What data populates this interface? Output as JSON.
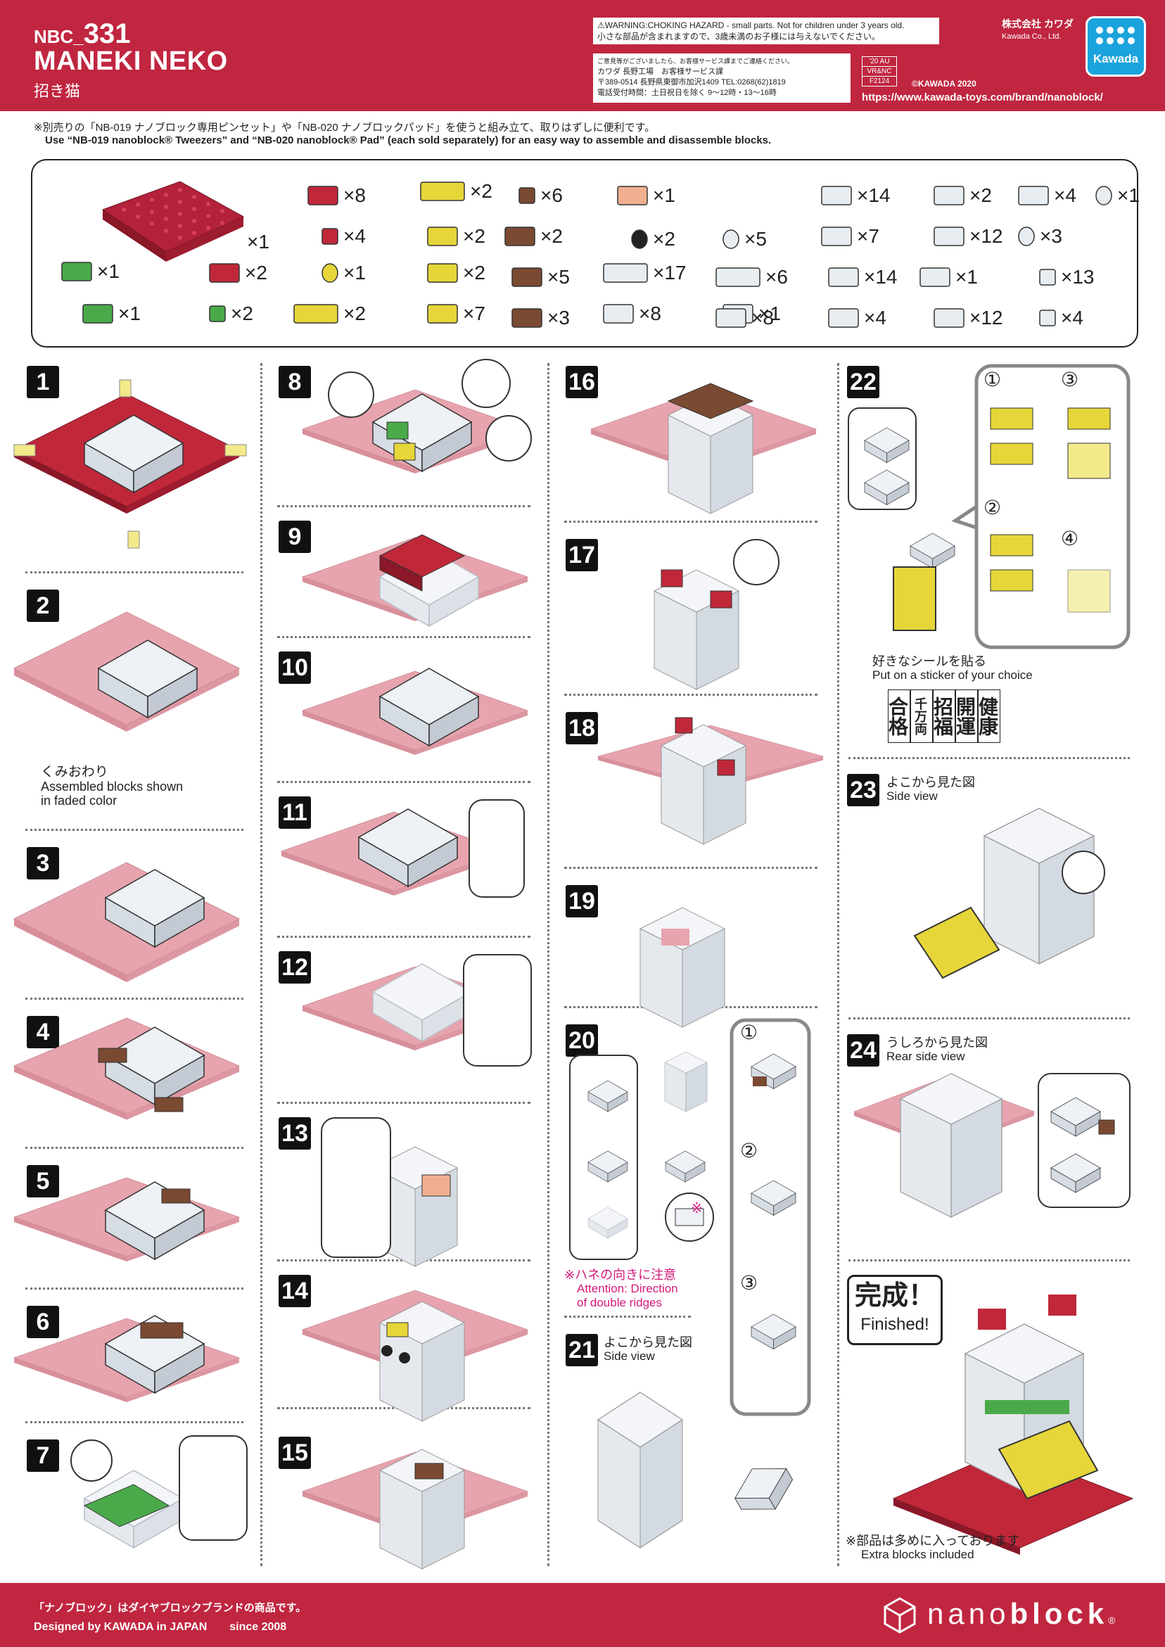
{
  "header": {
    "code_prefix": "NBC_",
    "code_num": "331",
    "name": "MANEKI NEKO",
    "name_jp": "招き猫",
    "warning_en": "⚠WARNING:CHOKING HAZARD - small parts. Not for children under 3 years old.",
    "warning_jp": "小さな部品が含まれますので、3歳未満のお子様には与えないでください。",
    "contact_1": "ご意見等がございましたら、お客様サービス課までご連絡ください。",
    "contact_2": "カワダ 長野工場　お客様サービス課",
    "contact_3": "〒389-0514 長野県東御市加沢1409 TEL:0268(62)1819",
    "contact_4": "電話受付時間：土日祝日を除く 9〜12時・13〜16時",
    "codes": [
      "'20 AU",
      "VR&NC",
      "F2124"
    ],
    "copyright": "©KAWADA 2020",
    "company_jp": "株式会社 カワダ",
    "company_en": "Kawada Co., Ltd.",
    "logo_text": "Kawada",
    "url": "https://www.kawada-toys.com/brand/nanoblock/"
  },
  "notes": {
    "jp": "※別売りの「NB-019 ナノブロック専用ピンセット」や「NB-020 ナノブロックパッド」を使うと組み立て、取りはずしに便利です。",
    "en": "Use “NB-019 nanoblock® Tweezers” and “NB-020 nanoblock® Pad” (each sold separately) for an easy way to assemble and disassemble blocks."
  },
  "parts": [
    {
      "qty": "×1",
      "color": "#c0283a",
      "kind": "plate"
    },
    {
      "qty": "×8",
      "color": "#c0283a",
      "kind": "brick"
    },
    {
      "qty": "×4",
      "color": "#c0283a",
      "kind": "small"
    },
    {
      "qty": "×2",
      "color": "#c0283a",
      "kind": "slope"
    },
    {
      "qty": "×1",
      "color": "#4aaa4a",
      "kind": "brick"
    },
    {
      "qty": "×1",
      "color": "#4aaa4a",
      "kind": "brick"
    },
    {
      "qty": "×2",
      "color": "#4aaa4a",
      "kind": "small"
    },
    {
      "qty": "×2",
      "color": "#e6d63a",
      "kind": "long"
    },
    {
      "qty": "×2",
      "color": "#e6d63a",
      "kind": "slope"
    },
    {
      "qty": "×1",
      "color": "#e6d63a",
      "kind": "round"
    },
    {
      "qty": "×2",
      "color": "#e6d63a",
      "kind": "slope"
    },
    {
      "qty": "×2",
      "color": "#e6d63a",
      "kind": "long"
    },
    {
      "qty": "×7",
      "color": "#e6d63a",
      "kind": "slope"
    },
    {
      "qty": "×6",
      "color": "#7a4a32",
      "kind": "small"
    },
    {
      "qty": "×2",
      "color": "#7a4a32",
      "kind": "slope"
    },
    {
      "qty": "×5",
      "color": "#7a4a32",
      "kind": "brick"
    },
    {
      "qty": "×3",
      "color": "#7a4a32",
      "kind": "brick"
    },
    {
      "qty": "×1",
      "color": "#f0b090",
      "kind": "brick"
    },
    {
      "qty": "×2",
      "color": "#222222",
      "kind": "round"
    },
    {
      "qty": "×17",
      "color": "#e8edf2",
      "kind": "long"
    },
    {
      "qty": "×8",
      "color": "#e8edf2",
      "kind": "brick"
    },
    {
      "qty": "×1",
      "color": "#e8edf2",
      "kind": "brick"
    },
    {
      "qty": "×5",
      "color": "#e8edf2",
      "kind": "round"
    },
    {
      "qty": "×6",
      "color": "#e8edf2",
      "kind": "long"
    },
    {
      "qty": "×8",
      "color": "#e8edf2",
      "kind": "brick"
    },
    {
      "qty": "×14",
      "color": "#e8edf2",
      "kind": "brick"
    },
    {
      "qty": "×7",
      "color": "#e8edf2",
      "kind": "brick"
    },
    {
      "qty": "×14",
      "color": "#e8edf2",
      "kind": "slope"
    },
    {
      "qty": "×4",
      "color": "#e8edf2",
      "kind": "slope"
    },
    {
      "qty": "×2",
      "color": "#e8edf2",
      "kind": "slope"
    },
    {
      "qty": "×12",
      "color": "#e8edf2",
      "kind": "brick"
    },
    {
      "qty": "×1",
      "color": "#e8edf2",
      "kind": "slope"
    },
    {
      "qty": "×12",
      "color": "#e8edf2",
      "kind": "brick"
    },
    {
      "qty": "×4",
      "color": "#e8edf2",
      "kind": "brick"
    },
    {
      "qty": "×3",
      "color": "#e8edf2",
      "kind": "round"
    },
    {
      "qty": "×13",
      "color": "#e8edf2",
      "kind": "small"
    },
    {
      "qty": "×4",
      "color": "#e8edf2",
      "kind": "small"
    },
    {
      "qty": "×1",
      "color": "#e8edf2",
      "kind": "round"
    }
  ],
  "steps": {
    "s1": "1",
    "s2": "2",
    "s3": "3",
    "s4": "4",
    "s5": "5",
    "s6": "6",
    "s7": "7",
    "s8": "8",
    "s9": "9",
    "s10": "10",
    "s11": "11",
    "s12": "12",
    "s13": "13",
    "s14": "14",
    "s15": "15",
    "s16": "16",
    "s17": "17",
    "s18": "18",
    "s19": "19",
    "s20": "20",
    "s21": "21",
    "s22": "22",
    "s23": "23",
    "s24": "24"
  },
  "labels": {
    "faded_jp": "くみおわり",
    "faded_en1": "Assembled blocks shown",
    "faded_en2": "in faded color",
    "dir_jp": "※ハネの向きに注意",
    "dir_en1": "Attention: Direction",
    "dir_en2": "of double ridges",
    "side_jp": "よこから見た図",
    "side_en": "Side view",
    "rear_jp": "うしろから見た図",
    "rear_en": "Rear side view",
    "sticker_jp": "好きなシールを貼る",
    "sticker_en": "Put on a sticker of your choice",
    "sub1": "①",
    "sub2": "②",
    "sub3": "③",
    "sub4": "④",
    "finished_jp": "完成！",
    "finished_en": "Finished!",
    "extra_jp": "※部品は多めに入っております",
    "extra_en": "Extra blocks included",
    "mark": "※"
  },
  "stickers": [
    "合格",
    "千万両",
    "招福",
    "開運",
    "健康"
  ],
  "footer": {
    "l1": "「ナノブロック」はダイヤブロックブランドの商品です。",
    "l2": "Designed by KAWADA in JAPAN　　since 2008",
    "brand_a": "nano",
    "brand_b": "block",
    "reg": "®"
  }
}
